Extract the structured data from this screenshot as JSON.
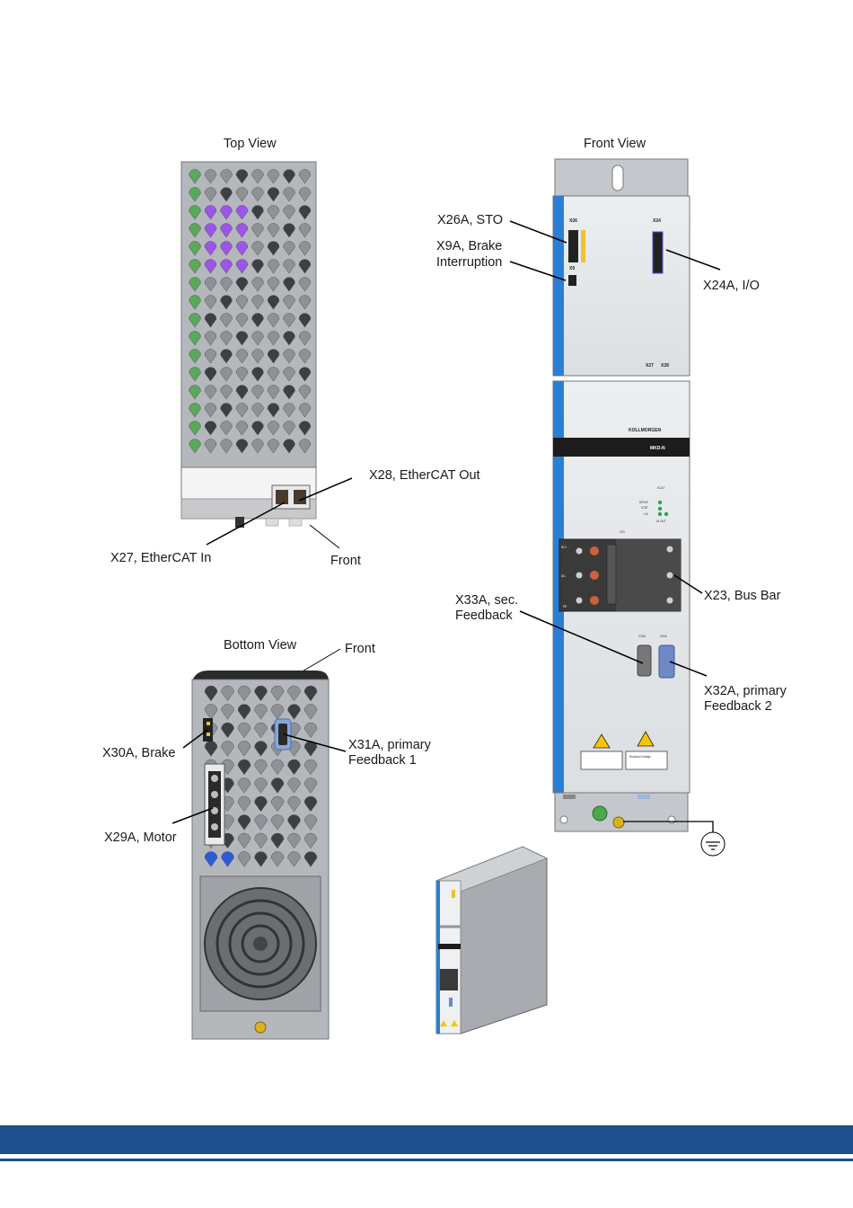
{
  "views": {
    "top_view_title": "Top View",
    "front_view_title": "Front View",
    "bottom_view_title": "Bottom View"
  },
  "callouts": {
    "x26a": "X26A, STO",
    "x9a_line1": "X9A, Brake",
    "x9a_line2": "Interruption",
    "x24a": "X24A, I/O",
    "x28": "X28, EtherCAT Out",
    "x27": "X27, EtherCAT In",
    "front_top": "Front",
    "x23": "X23, Bus Bar",
    "x33a_line1": "X33A, sec.",
    "x33a_line2": "Feedback",
    "x32a_line1": "X32A, primary",
    "x32a_line2": "Feedback 2",
    "front_bottom": "Front",
    "x30a": "X30A, Brake",
    "x31a_line1": "X31A, primary",
    "x31a_line2": "Feedback 1",
    "x29a": "X29A, Motor"
  },
  "device_markings": {
    "brand": "KOLLMORGEN",
    "model": "MKD-N",
    "x26": "X26",
    "x24": "X24",
    "x9": "X9",
    "x27": "X27",
    "x28": "X28",
    "ecat": "ECAT",
    "drive": "DRIVE",
    "stat": "STAT",
    "la": "L/A",
    "in_out": "IN OUT",
    "x23": "X23",
    "dc_plus": "DC+",
    "dc_minus": "DC-",
    "pe": "PE",
    "x33a": "X33A",
    "x32a": "X32A",
    "residual_voltage": "Residual Voltage"
  },
  "colors": {
    "accent_blue": "#1f4e8c",
    "device_stripe": "#2a7fd4",
    "housing_grey": "#b9bcc0"
  }
}
